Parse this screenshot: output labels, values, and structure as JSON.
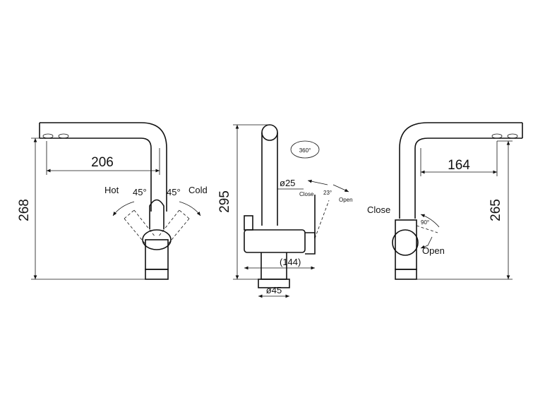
{
  "views": {
    "front": {
      "dim_reach": "206",
      "dim_height": "268",
      "label_hot": "Hot",
      "label_cold": "Cold",
      "angle_left": "45°",
      "angle_right": "45°"
    },
    "side": {
      "dim_height": "295",
      "rotation": "360°",
      "dia_spout": "ø25",
      "label_close": "Close",
      "label_open": "Open",
      "angle_lever": "23°",
      "dim_lever": "(144)",
      "dia_base": "ø45"
    },
    "rear": {
      "dim_reach": "164",
      "dim_height": "265",
      "label_close": "Close",
      "label_open": "Open",
      "angle_lever": "90°"
    }
  }
}
